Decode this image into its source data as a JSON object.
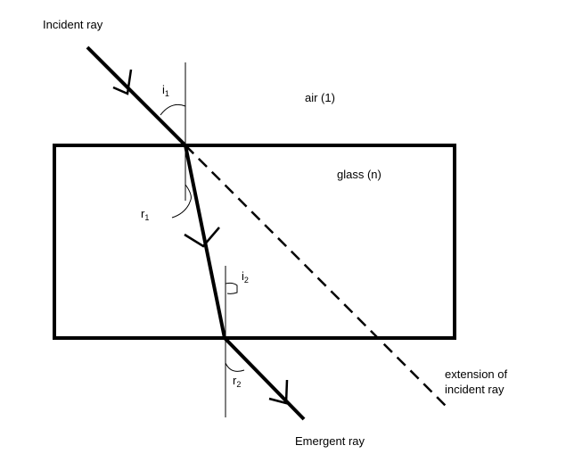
{
  "labels": {
    "incident_ray": "Incident ray",
    "air": "air (1)",
    "glass": "glass (n)",
    "emergent_ray": "Emergent ray",
    "extension_line1": "extension of",
    "extension_line2": "incident ray"
  },
  "angles": {
    "i1": {
      "letter": "i",
      "sub": "1"
    },
    "r1": {
      "letter": "r",
      "sub": "1"
    },
    "i2": {
      "letter": "i",
      "sub": "2"
    },
    "r2": {
      "letter": "r",
      "sub": "2"
    }
  },
  "colors": {
    "ink": "#000000",
    "background": "#ffffff"
  }
}
